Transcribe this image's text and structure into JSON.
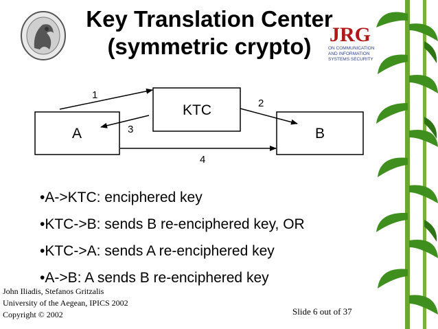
{
  "slide": {
    "title_line1": "Key Translation Center",
    "title_line2": "(symmetric crypto)",
    "logo_right_text": "JRG",
    "logo_right_caption": [
      "ON COMMUNICATION",
      "AND INFORMATION",
      "SYSTEMS SECURITY"
    ]
  },
  "diagram": {
    "nodes": {
      "a": "A",
      "ktc": "KTC",
      "b": "B"
    },
    "edges": [
      {
        "label": "1",
        "from": "A",
        "to": "KTC"
      },
      {
        "label": "2",
        "from": "KTC",
        "to": "B"
      },
      {
        "label": "3",
        "from": "KTC",
        "to": "A"
      },
      {
        "label": "4",
        "from": "A",
        "to": "B"
      }
    ]
  },
  "bullets": [
    {
      "text": "•A->KTC: enciphered key",
      "emphasis": ""
    },
    {
      "text": "•KTC->B: sends B re-enciphered key, ",
      "emphasis": "OR"
    },
    {
      "text": "•KTC->A: sends A re-enciphered key",
      "emphasis": ""
    },
    {
      "text": "•A->B: A sends B re-enciphered key",
      "emphasis": ""
    }
  ],
  "footer": {
    "line1": "John Iliadis, Stefanos Gritzalis",
    "line2": "University of the Aegean, IPICS 2002",
    "line3": "Copyright © 2002",
    "slide_number": "Slide 6 out of 37"
  },
  "colors": {
    "bamboo_leaf": "#3f8f1e",
    "bamboo_stem": "#6aa832",
    "logo_red": "#b01818",
    "logo_blue": "#2a3f8f"
  }
}
